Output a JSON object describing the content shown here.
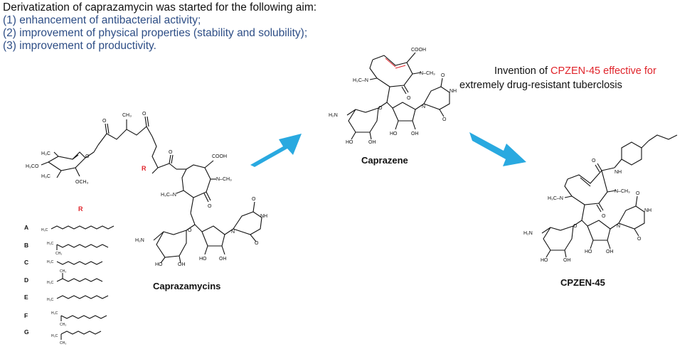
{
  "intro": {
    "heading": "Derivatization of caprazamycin was started for the following aim:",
    "aims": [
      "(1) enhancement of antibacterial activity;",
      "(2) improvement of physical properties (stability and solubility);",
      "(3) improvement of productivity."
    ]
  },
  "invention": {
    "prefix": "Invention of ",
    "highlight": "CPZEN-45 effective for",
    "line2": "extremely drug-resistant tuberclosis"
  },
  "captions": {
    "caprazamycins": "Caprazamycins",
    "caprazene": "Caprazene",
    "cpzen45": "CPZEN-45"
  },
  "r_group": {
    "label": "R",
    "rows": [
      "A",
      "B",
      "C",
      "D",
      "E",
      "F",
      "G"
    ]
  },
  "atoms": {
    "cooh": "COOH",
    "nch3": "N–CH₃",
    "h3c_n": "H₃C–N",
    "nh": "NH",
    "n": "N",
    "o": "O",
    "h2n": "H₂N",
    "ho": "HO",
    "oh": "OH",
    "h3c": "H₃C",
    "h3co": "H₃CO",
    "och3": "OCH₃",
    "ch3": "CH₃",
    "r": "R"
  },
  "colors": {
    "arrow": "#29a9e0",
    "highlight": "#e0242b",
    "aim_text": "#2e4e86"
  }
}
